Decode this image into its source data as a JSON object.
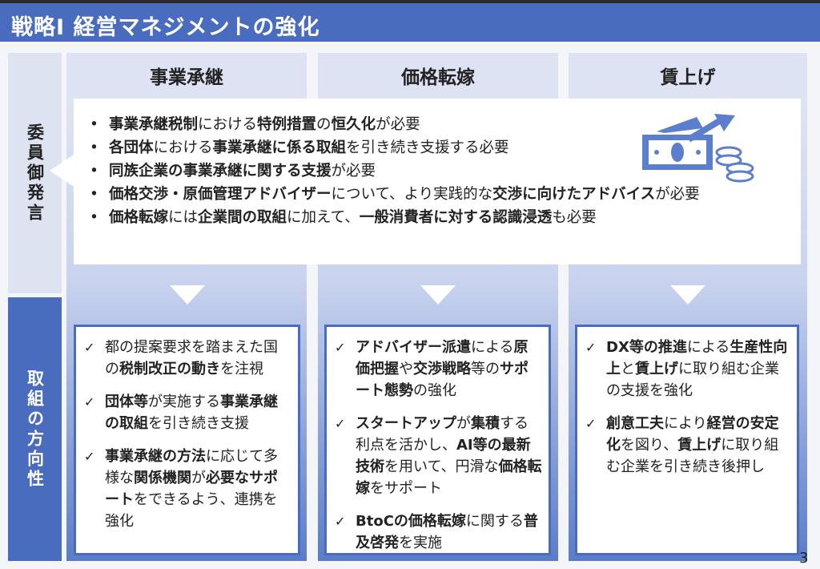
{
  "title": "戦略Ⅰ 経営マネジメントの強化",
  "side": {
    "top": "委員御発言",
    "bottom": "取組の方向性"
  },
  "columns": [
    "事業承継",
    "価格転嫁",
    "賃上げ"
  ],
  "remarks": [
    [
      {
        "t": "事業承継税制",
        "b": 1
      },
      {
        "t": "における"
      },
      {
        "t": "特例措置",
        "b": 1
      },
      {
        "t": "の"
      },
      {
        "t": "恒久化",
        "b": 1
      },
      {
        "t": "が必要"
      }
    ],
    [
      {
        "t": "各団体",
        "b": 1
      },
      {
        "t": "における"
      },
      {
        "t": "事業承継に係る取組",
        "b": 1
      },
      {
        "t": "を引き続き支援する必要"
      }
    ],
    [
      {
        "t": "同族企業の事業承継に関する支援",
        "b": 1
      },
      {
        "t": "が必要"
      }
    ],
    [
      {
        "t": "価格交渉・原価管理アドバイザー",
        "b": 1
      },
      {
        "t": "について、より実践的な"
      },
      {
        "t": "交渉に向けたアドバイス",
        "b": 1
      },
      {
        "t": "が必要"
      }
    ],
    [
      {
        "t": "価格転嫁",
        "b": 1
      },
      {
        "t": "には"
      },
      {
        "t": "企業間の取組",
        "b": 1
      },
      {
        "t": "に加えて、"
      },
      {
        "t": "一般消費者に対する認識浸透",
        "b": 1
      },
      {
        "t": "も必要"
      }
    ]
  ],
  "actions": [
    [
      [
        {
          "t": "都の提案要求を踏まえた国の"
        },
        {
          "t": "税制改正の動き",
          "b": 1
        },
        {
          "t": "を注視"
        }
      ],
      [
        {
          "t": "団体等",
          "b": 1
        },
        {
          "t": "が実施する"
        },
        {
          "t": "事業承継の取組",
          "b": 1
        },
        {
          "t": "を引き続き支援"
        }
      ],
      [
        {
          "t": "事業承継の方法",
          "b": 1
        },
        {
          "t": "に応じて多様な"
        },
        {
          "t": "関係機関",
          "b": 1
        },
        {
          "t": "が"
        },
        {
          "t": "必要なサポート",
          "b": 1
        },
        {
          "t": "をできるよう、連携を強化"
        }
      ]
    ],
    [
      [
        {
          "t": "アドバイザー派遣",
          "b": 1
        },
        {
          "t": "による"
        },
        {
          "t": "原価把握",
          "b": 1
        },
        {
          "t": "や"
        },
        {
          "t": "交渉戦略",
          "b": 1
        },
        {
          "t": "等の"
        },
        {
          "t": "サポート態勢",
          "b": 1
        },
        {
          "t": "の強化"
        }
      ],
      [
        {
          "t": "スタートアップ",
          "b": 1
        },
        {
          "t": "が"
        },
        {
          "t": "集積",
          "b": 1
        },
        {
          "t": "する利点を活かし、"
        },
        {
          "t": "AI等の最新技術",
          "b": 1
        },
        {
          "t": "を用いて、円滑な"
        },
        {
          "t": "価格転嫁",
          "b": 1
        },
        {
          "t": "をサポート"
        }
      ],
      [
        {
          "t": "BtoCの価格転嫁",
          "b": 1
        },
        {
          "t": "に関する"
        },
        {
          "t": "普及啓発",
          "b": 1
        },
        {
          "t": "を実施"
        }
      ]
    ],
    [
      [
        {
          "t": "DX等の推進",
          "b": 1
        },
        {
          "t": "による"
        },
        {
          "t": "生産性向上",
          "b": 1
        },
        {
          "t": "と"
        },
        {
          "t": "賃上げ",
          "b": 1
        },
        {
          "t": "に取り組む企業の支援を強化"
        }
      ],
      [
        {
          "t": "創意工夫",
          "b": 1
        },
        {
          "t": "により"
        },
        {
          "t": "経営の安定化",
          "b": 1
        },
        {
          "t": "を図り、"
        },
        {
          "t": "賃上げ",
          "b": 1
        },
        {
          "t": "に取り組む企業を引き続き後押し"
        }
      ]
    ]
  ],
  "page_number": "3",
  "colors": {
    "accent": "#4a6cbf",
    "light": "#dde3f3"
  }
}
